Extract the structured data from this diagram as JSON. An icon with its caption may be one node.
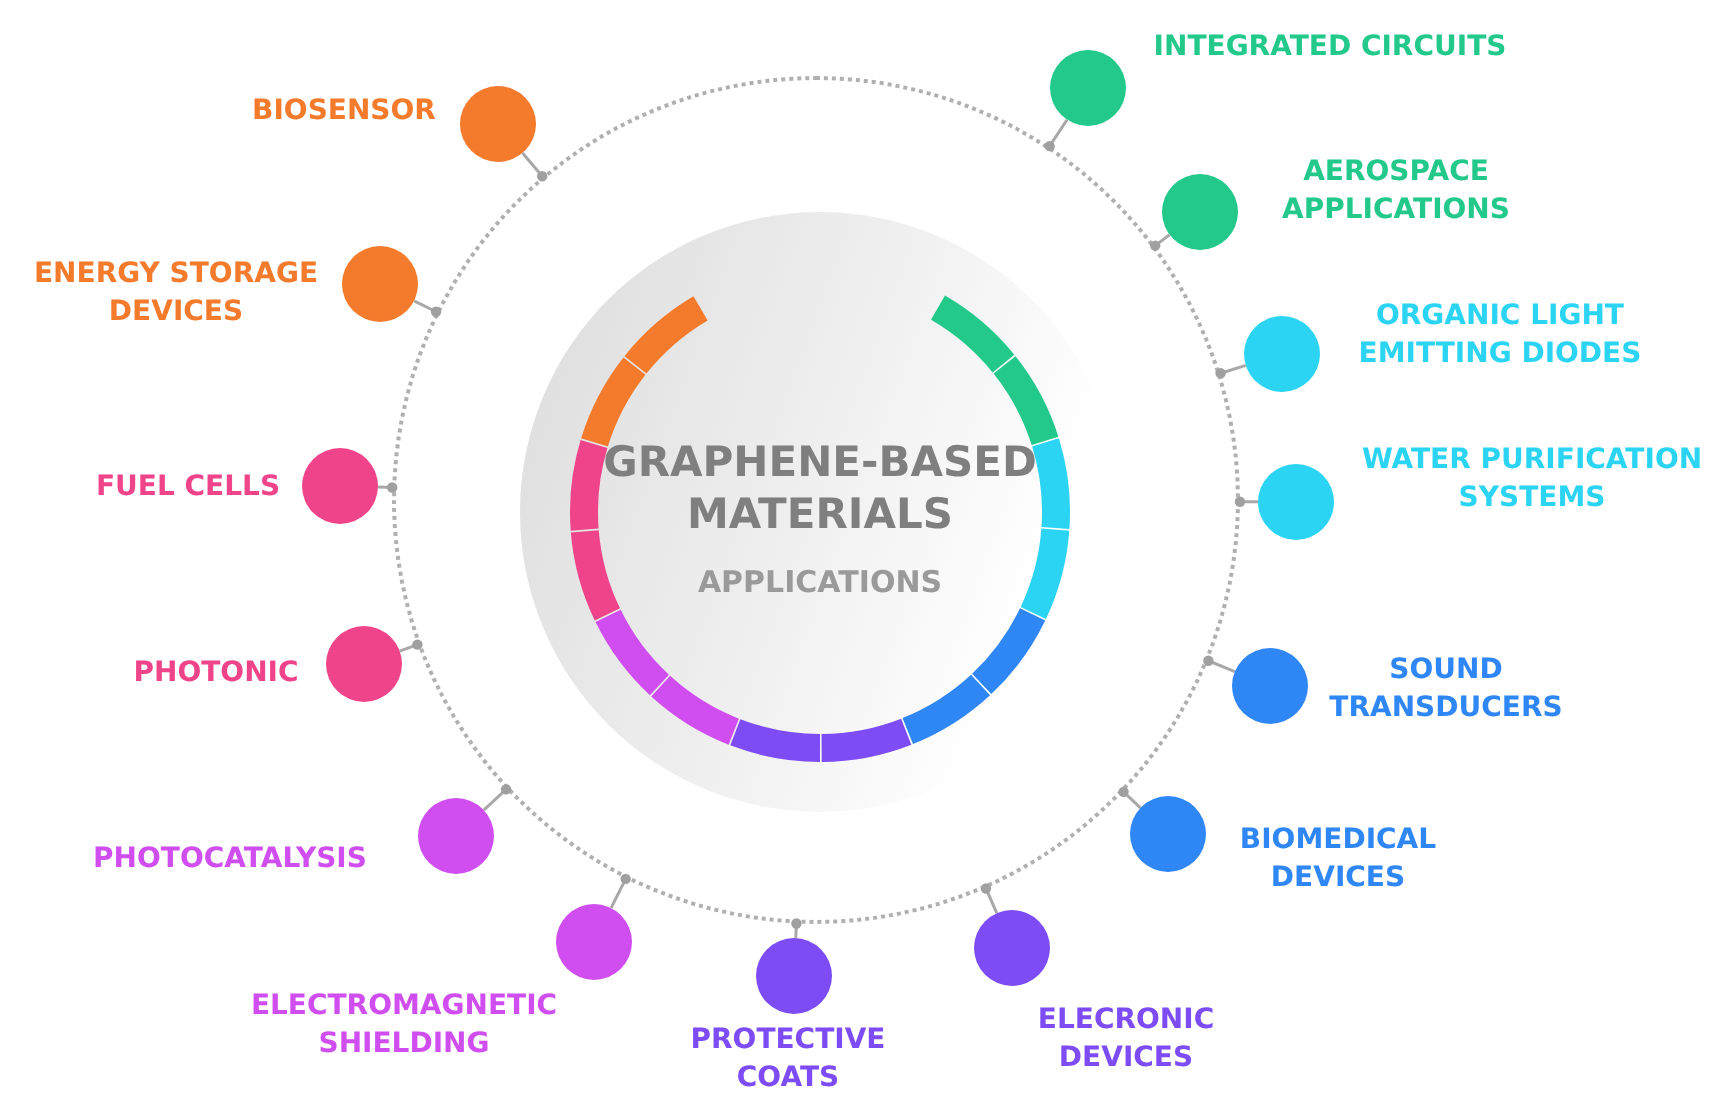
{
  "diagram": {
    "nodes": [
      {
        "text": [
          "GRAPHENE-BASED MATERIALS",
          "APPLICATIONS"
        ]
      },
      {
        "text": [],
        "shape": "circle",
        "beside": [
          "INTEGRATED CIRCUITS"
        ]
      },
      {
        "text": [],
        "shape": "circle",
        "beside": [
          "AEROSPACE APPLICATIONS"
        ]
      },
      {
        "text": [],
        "shape": "circle",
        "beside": [
          "ORGANIC LIGHT EMITTING DIODES"
        ]
      },
      {
        "text": [],
        "shape": "circle",
        "beside": [
          "WATER PURIFICATION SYSTEMS"
        ]
      },
      {
        "text": [],
        "shape": "circle",
        "beside": [
          "SOUND TRANSDUCERS"
        ]
      },
      {
        "text": [],
        "shape": "circle",
        "beside": [
          "BIOMEDICAL DEVICES"
        ]
      },
      {
        "text": [],
        "shape": "circle",
        "beside": [
          "ELECRONIC DEVICES"
        ]
      },
      {
        "text": [],
        "shape": "circle",
        "beside": [
          "PROTECTIVE COATS"
        ]
      },
      {
        "text": [],
        "shape": "circle",
        "beside": [
          "ELECTROMAGNETIC SHIELDING"
        ]
      },
      {
        "text": [],
        "shape": "circle",
        "beside": [
          "PHOTOCATALYSIS"
        ]
      },
      {
        "text": [],
        "shape": "circle",
        "beside": [
          "PHOTONIC"
        ]
      },
      {
        "text": [],
        "shape": "circle",
        "beside": [
          "FUEL CELLS"
        ]
      },
      {
        "text": [],
        "shape": "circle",
        "beside": [
          "ENERGY STORAGE DEVICES"
        ]
      },
      {
        "text": [],
        "shape": "circle",
        "beside": [
          "BIOSENSOR"
        ]
      }
    ]
  }
}
